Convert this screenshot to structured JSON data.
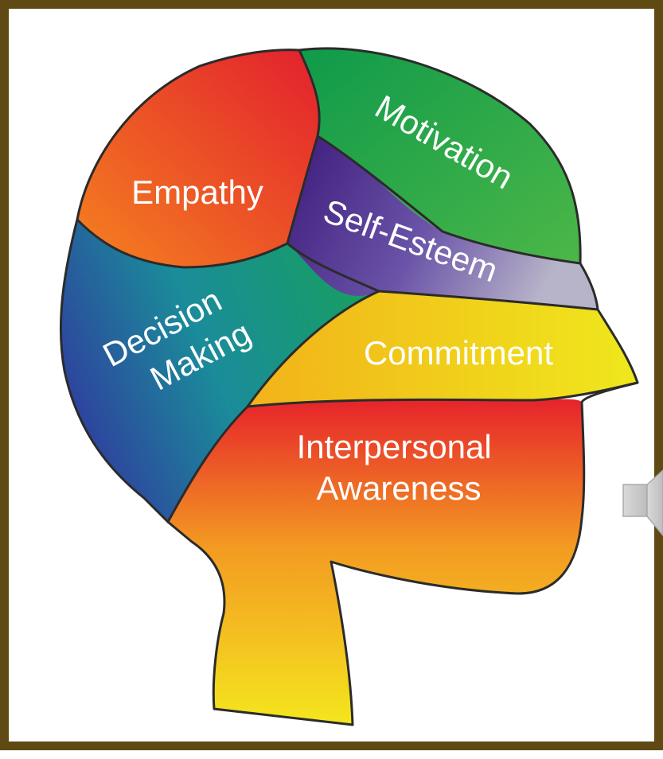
{
  "diagram": {
    "regions": {
      "empathy": "Empathy",
      "motivation": "Motivation",
      "self_esteem": "Self-Esteem",
      "decision_making": [
        "Decision",
        "Making"
      ],
      "commitment": "Commitment",
      "interpersonal_awareness": [
        "Interpersonal",
        "Awareness"
      ]
    }
  },
  "colors": {
    "frame": "#5e4a12",
    "empathy": [
      "#f5821f",
      "#e2202e"
    ],
    "motivation": [
      "#0f9a4a",
      "#4cb748"
    ],
    "self_esteem": [
      "#3d1a7a",
      "#b3a7cf"
    ],
    "decision_making": [
      "#2f3f9e",
      "#17a05d"
    ],
    "commitment": [
      "#f2b21a",
      "#efe81c"
    ],
    "interpersonal_awareness": [
      "#e6232b",
      "#f4e61e"
    ]
  },
  "controls": {
    "audio_icon": "speaker-icon"
  }
}
